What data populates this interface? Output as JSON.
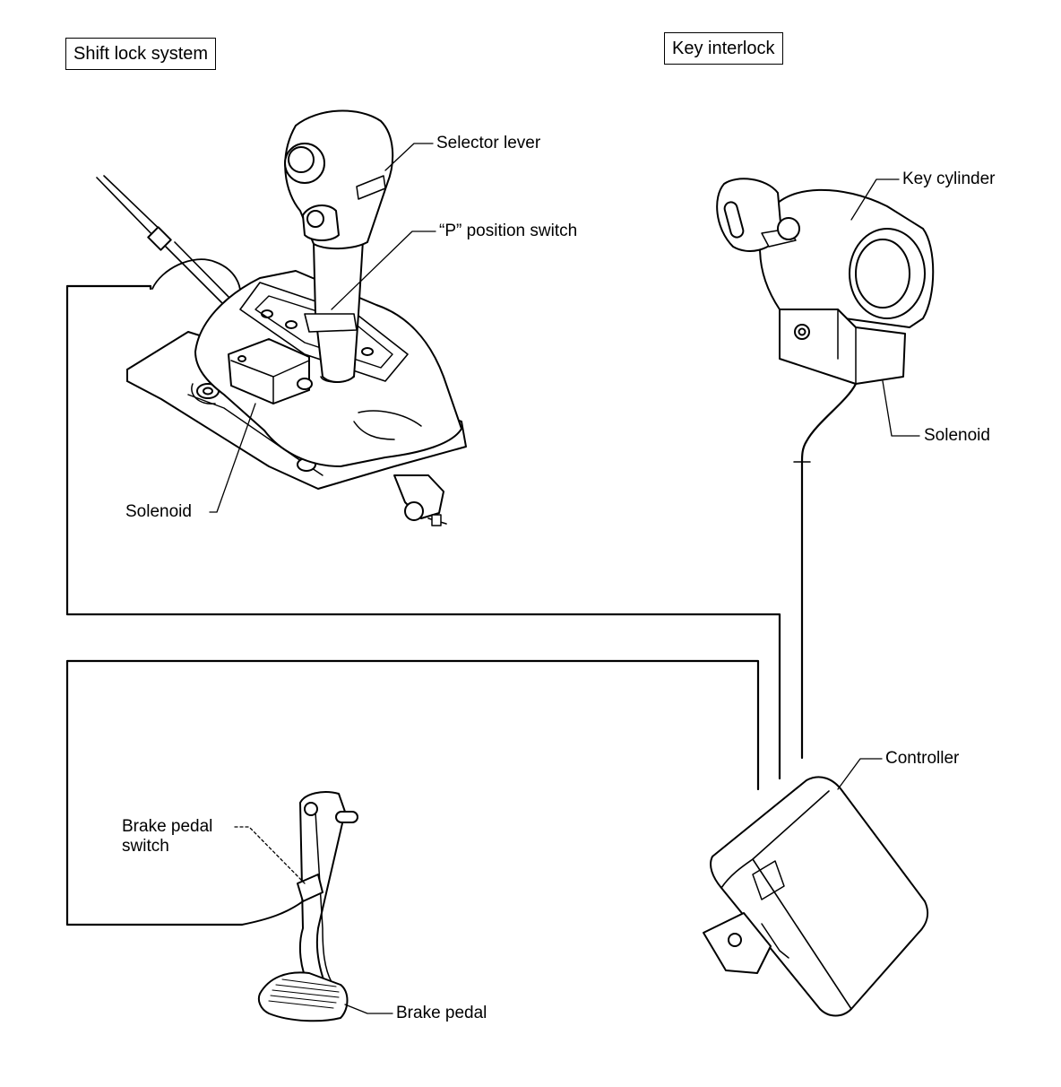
{
  "header": {
    "shift_lock_title": "Shift lock system",
    "key_interlock_title": "Key interlock"
  },
  "labels": {
    "selector_lever": "Selector lever",
    "p_position_switch": "“P” position switch",
    "solenoid_shift": "Solenoid",
    "key_cylinder": "Key cylinder",
    "solenoid_key": "Solenoid",
    "controller": "Controller",
    "brake_pedal_switch_line1": "Brake pedal",
    "brake_pedal_switch_line2": "switch",
    "brake_pedal": "Brake pedal"
  },
  "colors": {
    "ink": "#000000",
    "paper": "#ffffff"
  }
}
